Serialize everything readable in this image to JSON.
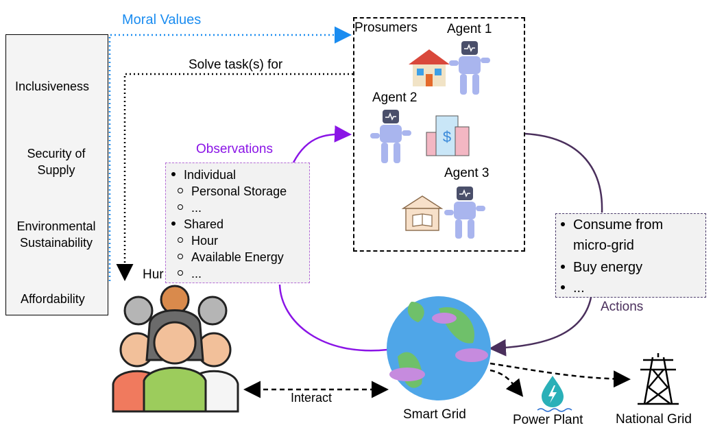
{
  "values": {
    "items": [
      "Inclusiveness",
      "Security of\nSupply",
      "Environmental\nSustainability",
      "Affordability"
    ]
  },
  "arrows": {
    "moral_values": "Moral Values",
    "solve_tasks": "Solve task(s) for",
    "observations": "Observations",
    "actions": "Actions",
    "interact": "Interact"
  },
  "prosumers": {
    "title": "Prosumers",
    "agents": [
      "Agent 1",
      "Agent 2",
      "Agent 3"
    ]
  },
  "observations": {
    "groups": [
      {
        "label": "Individual",
        "items": [
          "Personal Storage",
          "..."
        ]
      },
      {
        "label": "Shared",
        "items": [
          "Hour",
          "Available Energy",
          "..."
        ]
      }
    ]
  },
  "actions": {
    "items": [
      "Consume from",
      "micro-grid",
      "Buy energy",
      "..."
    ]
  },
  "humans": {
    "label": "Hur"
  },
  "nodes": {
    "smart_grid": "Smart Grid",
    "power_plant": "Power Plant",
    "national_grid": "National Grid"
  },
  "colors": {
    "moral_values": "#1a8cf0",
    "observations": "#8a14e6",
    "actions": "#4a2f5c"
  }
}
